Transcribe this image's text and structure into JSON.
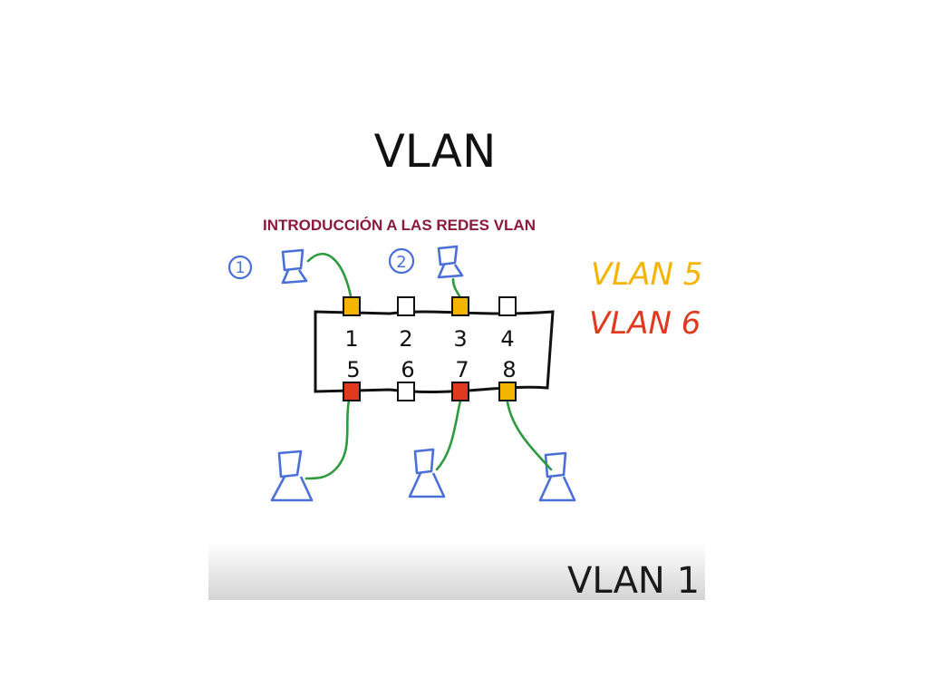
{
  "slide": {
    "title": "VLAN"
  },
  "diagram": {
    "heading": "INTRODUCCIÓN A LAS REDES VLAN",
    "legend": [
      {
        "label": "VLAN 5",
        "color": "#f5b400"
      },
      {
        "label": "VLAN 6",
        "color": "#e03a1e"
      }
    ],
    "footer_label": "VLAN 1",
    "computer_labels": [
      "1",
      "2"
    ],
    "ports_top": [
      {
        "number": "1",
        "vlan_color": "#f5b400"
      },
      {
        "number": "2",
        "vlan_color": "#ffffff"
      },
      {
        "number": "3",
        "vlan_color": "#f5b400"
      },
      {
        "number": "4",
        "vlan_color": "#ffffff"
      }
    ],
    "ports_bottom": [
      {
        "number": "5",
        "vlan_color": "#e03a1e"
      },
      {
        "number": "6",
        "vlan_color": "#ffffff"
      },
      {
        "number": "7",
        "vlan_color": "#e03a1e"
      },
      {
        "number": "8",
        "vlan_color": "#f5b400"
      }
    ],
    "colors": {
      "heading": "#8b1a3a",
      "computer": "#4a6fd8",
      "cable": "#2e9a3e",
      "switch_outline": "#111111"
    }
  }
}
